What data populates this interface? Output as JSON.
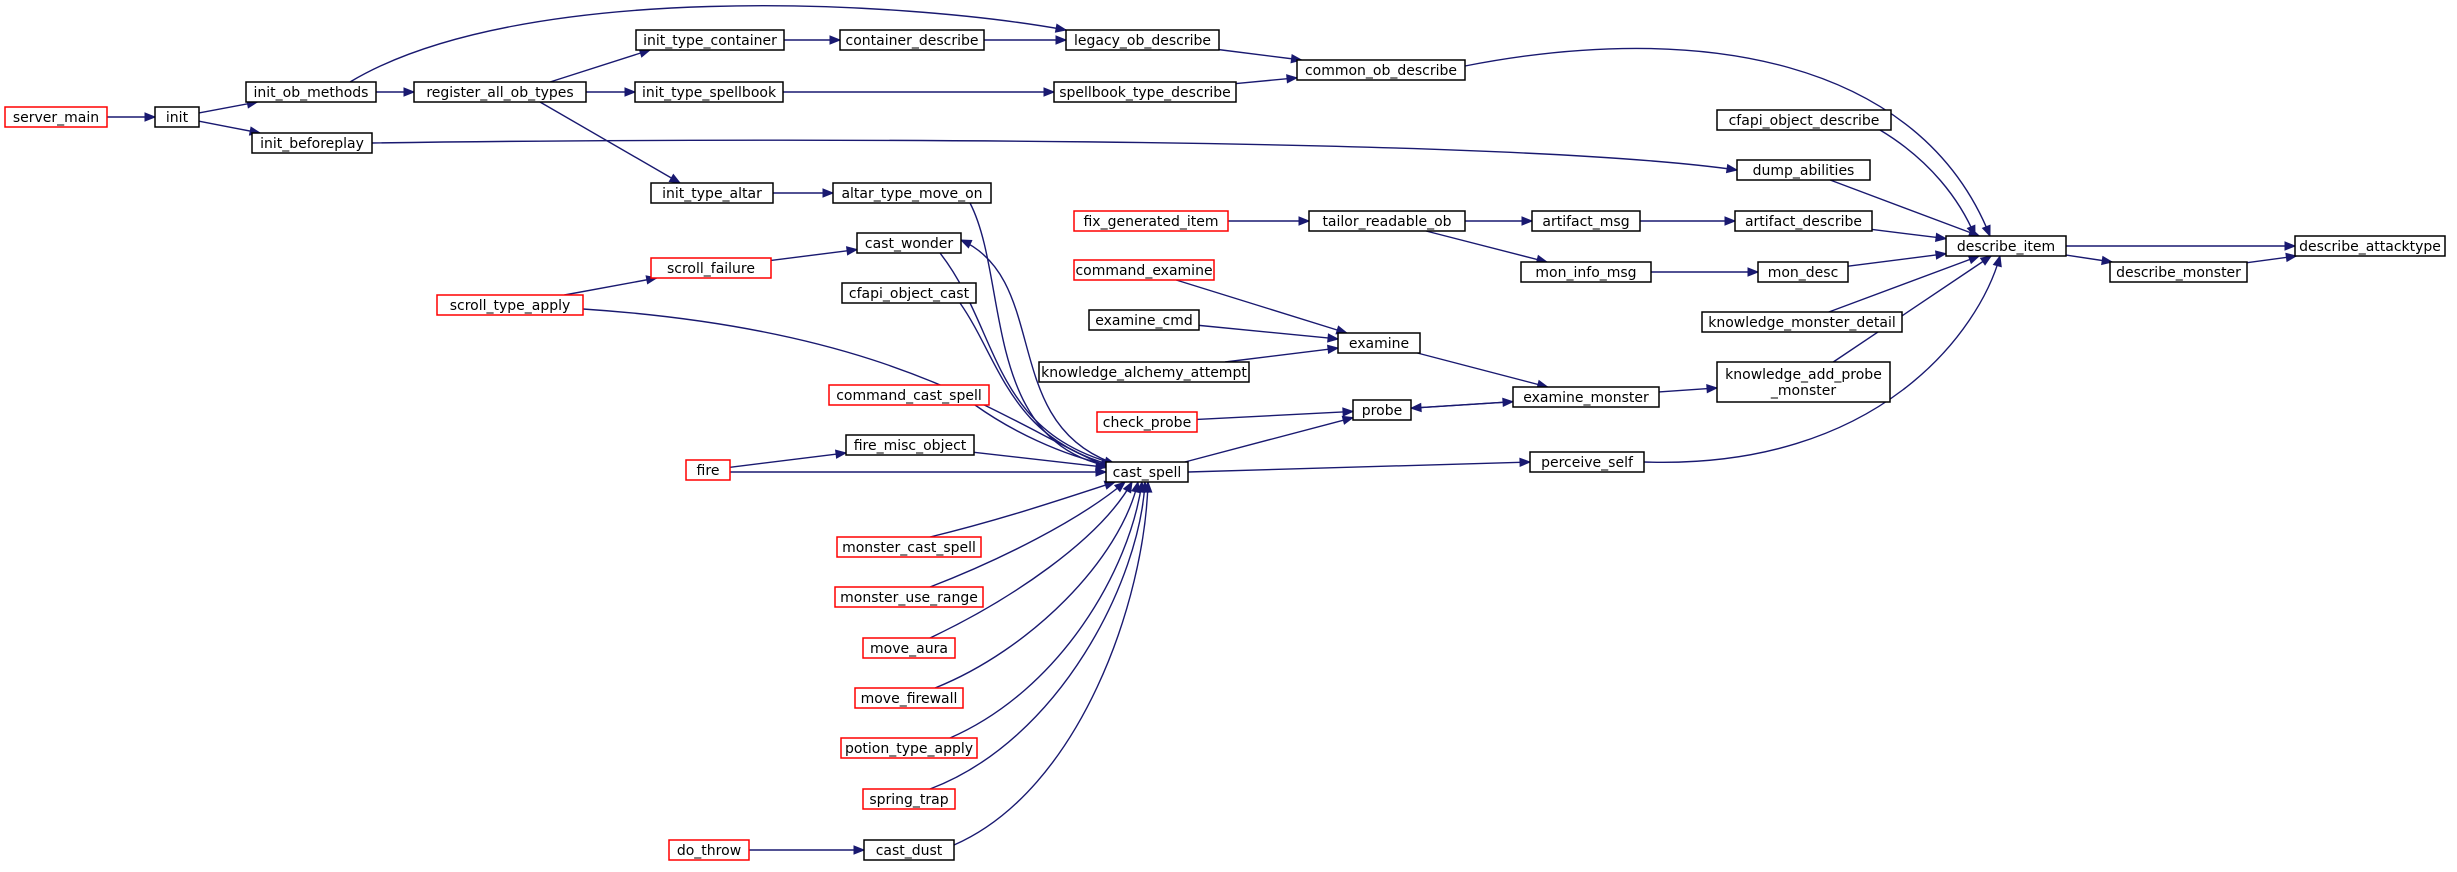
{
  "graph": {
    "type": "call-graph",
    "colors": {
      "edge": "#191970",
      "node_border_normal": "#000000",
      "node_border_truncated": "#ff0000",
      "focus_fill": "#bfbfbf"
    },
    "nodes": [
      {
        "id": "describe_attacktype",
        "label": "describe_attacktype",
        "style": "focus"
      },
      {
        "id": "describe_item",
        "label": "describe_item",
        "style": "normal"
      },
      {
        "id": "describe_monster",
        "label": "describe_monster",
        "style": "normal"
      },
      {
        "id": "common_ob_describe",
        "label": "common_ob_describe",
        "style": "normal"
      },
      {
        "id": "cfapi_object_describe",
        "label": "cfapi_object_describe",
        "style": "normal"
      },
      {
        "id": "dump_abilities",
        "label": "dump_abilities",
        "style": "normal"
      },
      {
        "id": "artifact_describe",
        "label": "artifact_describe",
        "style": "normal"
      },
      {
        "id": "mon_desc",
        "label": "mon_desc",
        "style": "normal"
      },
      {
        "id": "knowledge_monster_detail",
        "label": "knowledge_monster_detail",
        "style": "normal"
      },
      {
        "id": "knowledge_add_probe_monster",
        "label": [
          "knowledge_add_probe",
          "_monster"
        ],
        "style": "normal"
      },
      {
        "id": "perceive_self",
        "label": "perceive_self",
        "style": "normal"
      },
      {
        "id": "legacy_ob_describe",
        "label": "legacy_ob_describe",
        "style": "normal"
      },
      {
        "id": "spellbook_type_describe",
        "label": "spellbook_type_describe",
        "style": "normal"
      },
      {
        "id": "artifact_msg",
        "label": "artifact_msg",
        "style": "normal"
      },
      {
        "id": "mon_info_msg",
        "label": "mon_info_msg",
        "style": "normal"
      },
      {
        "id": "examine_monster",
        "label": "examine_monster",
        "style": "normal"
      },
      {
        "id": "cast_spell",
        "label": "cast_spell",
        "style": "normal"
      },
      {
        "id": "container_describe",
        "label": "container_describe",
        "style": "normal"
      },
      {
        "id": "init_type_container",
        "label": "init_type_container",
        "style": "normal"
      },
      {
        "id": "init_type_spellbook",
        "label": "init_type_spellbook",
        "style": "normal"
      },
      {
        "id": "register_all_ob_types",
        "label": "register_all_ob_types",
        "style": "normal"
      },
      {
        "id": "init_ob_methods",
        "label": "init_ob_methods",
        "style": "normal"
      },
      {
        "id": "init",
        "label": "init",
        "style": "normal"
      },
      {
        "id": "server_main",
        "label": "server_main",
        "style": "truncated"
      },
      {
        "id": "init_beforeplay",
        "label": "init_beforeplay",
        "style": "normal"
      },
      {
        "id": "tailor_readable_ob",
        "label": "tailor_readable_ob",
        "style": "normal"
      },
      {
        "id": "fix_generated_item",
        "label": "fix_generated_item",
        "style": "truncated"
      },
      {
        "id": "examine",
        "label": "examine",
        "style": "normal"
      },
      {
        "id": "probe",
        "label": "probe",
        "style": "normal"
      },
      {
        "id": "command_examine",
        "label": "command_examine",
        "style": "truncated"
      },
      {
        "id": "examine_cmd",
        "label": "examine_cmd",
        "style": "normal"
      },
      {
        "id": "knowledge_alchemy_attempt",
        "label": "knowledge_alchemy_attempt",
        "style": "normal"
      },
      {
        "id": "check_probe",
        "label": "check_probe",
        "style": "truncated"
      },
      {
        "id": "altar_type_move_on",
        "label": "altar_type_move_on",
        "style": "normal"
      },
      {
        "id": "init_type_altar",
        "label": "init_type_altar",
        "style": "normal"
      },
      {
        "id": "cast_wonder",
        "label": "cast_wonder",
        "style": "normal"
      },
      {
        "id": "scroll_failure",
        "label": "scroll_failure",
        "style": "truncated"
      },
      {
        "id": "scroll_type_apply",
        "label": "scroll_type_apply",
        "style": "truncated"
      },
      {
        "id": "cfapi_object_cast",
        "label": "cfapi_object_cast",
        "style": "normal"
      },
      {
        "id": "command_cast_spell",
        "label": "command_cast_spell",
        "style": "truncated"
      },
      {
        "id": "fire_misc_object",
        "label": "fire_misc_object",
        "style": "normal"
      },
      {
        "id": "fire",
        "label": "fire",
        "style": "truncated"
      },
      {
        "id": "monster_cast_spell",
        "label": "monster_cast_spell",
        "style": "truncated"
      },
      {
        "id": "monster_use_range",
        "label": "monster_use_range",
        "style": "truncated"
      },
      {
        "id": "move_aura",
        "label": "move_aura",
        "style": "truncated"
      },
      {
        "id": "move_firewall",
        "label": "move_firewall",
        "style": "truncated"
      },
      {
        "id": "potion_type_apply",
        "label": "potion_type_apply",
        "style": "truncated"
      },
      {
        "id": "spring_trap",
        "label": "spring_trap",
        "style": "truncated"
      },
      {
        "id": "cast_dust",
        "label": "cast_dust",
        "style": "normal"
      },
      {
        "id": "do_throw",
        "label": "do_throw",
        "style": "truncated"
      }
    ],
    "edges": [
      [
        "describe_item",
        "describe_attacktype"
      ],
      [
        "describe_monster",
        "describe_attacktype"
      ],
      [
        "describe_item",
        "describe_monster"
      ],
      [
        "common_ob_describe",
        "describe_item"
      ],
      [
        "cfapi_object_describe",
        "describe_item"
      ],
      [
        "dump_abilities",
        "describe_item"
      ],
      [
        "artifact_describe",
        "describe_item"
      ],
      [
        "mon_desc",
        "describe_item"
      ],
      [
        "knowledge_monster_detail",
        "describe_item"
      ],
      [
        "knowledge_add_probe_monster",
        "describe_item"
      ],
      [
        "perceive_self",
        "describe_item"
      ],
      [
        "init_ob_methods",
        "legacy_ob_describe"
      ],
      [
        "legacy_ob_describe",
        "common_ob_describe"
      ],
      [
        "spellbook_type_describe",
        "common_ob_describe"
      ],
      [
        "init_beforeplay",
        "dump_abilities"
      ],
      [
        "artifact_msg",
        "artifact_describe"
      ],
      [
        "mon_info_msg",
        "mon_desc"
      ],
      [
        "examine_monster",
        "knowledge_add_probe_monster"
      ],
      [
        "cast_spell",
        "perceive_self"
      ],
      [
        "container_describe",
        "legacy_ob_describe"
      ],
      [
        "init_type_container",
        "container_describe"
      ],
      [
        "init_type_spellbook",
        "spellbook_type_describe"
      ],
      [
        "register_all_ob_types",
        "init_type_container"
      ],
      [
        "register_all_ob_types",
        "init_type_spellbook"
      ],
      [
        "register_all_ob_types",
        "init_type_altar"
      ],
      [
        "init_ob_methods",
        "register_all_ob_types"
      ],
      [
        "init",
        "init_ob_methods"
      ],
      [
        "init",
        "init_beforeplay"
      ],
      [
        "server_main",
        "init"
      ],
      [
        "tailor_readable_ob",
        "artifact_msg"
      ],
      [
        "tailor_readable_ob",
        "mon_info_msg"
      ],
      [
        "fix_generated_item",
        "tailor_readable_ob"
      ],
      [
        "examine",
        "examine_monster"
      ],
      [
        "probe",
        "examine_monster"
      ],
      [
        "examine_monster",
        "probe"
      ],
      [
        "command_examine",
        "examine"
      ],
      [
        "examine_cmd",
        "examine"
      ],
      [
        "knowledge_alchemy_attempt",
        "examine"
      ],
      [
        "check_probe",
        "probe"
      ],
      [
        "cast_spell",
        "probe"
      ],
      [
        "init_type_altar",
        "altar_type_move_on"
      ],
      [
        "altar_type_move_on",
        "cast_spell"
      ],
      [
        "cast_wonder",
        "cast_spell"
      ],
      [
        "cast_spell",
        "cast_wonder"
      ],
      [
        "scroll_failure",
        "cast_wonder"
      ],
      [
        "scroll_type_apply",
        "scroll_failure"
      ],
      [
        "scroll_type_apply",
        "cast_spell"
      ],
      [
        "cfapi_object_cast",
        "cast_spell"
      ],
      [
        "command_cast_spell",
        "cast_spell"
      ],
      [
        "fire_misc_object",
        "cast_spell"
      ],
      [
        "fire",
        "fire_misc_object"
      ],
      [
        "fire",
        "cast_spell"
      ],
      [
        "monster_cast_spell",
        "cast_spell"
      ],
      [
        "monster_use_range",
        "cast_spell"
      ],
      [
        "move_aura",
        "cast_spell"
      ],
      [
        "move_firewall",
        "cast_spell"
      ],
      [
        "potion_type_apply",
        "cast_spell"
      ],
      [
        "spring_trap",
        "cast_spell"
      ],
      [
        "cast_dust",
        "cast_spell"
      ],
      [
        "do_throw",
        "cast_dust"
      ]
    ]
  }
}
